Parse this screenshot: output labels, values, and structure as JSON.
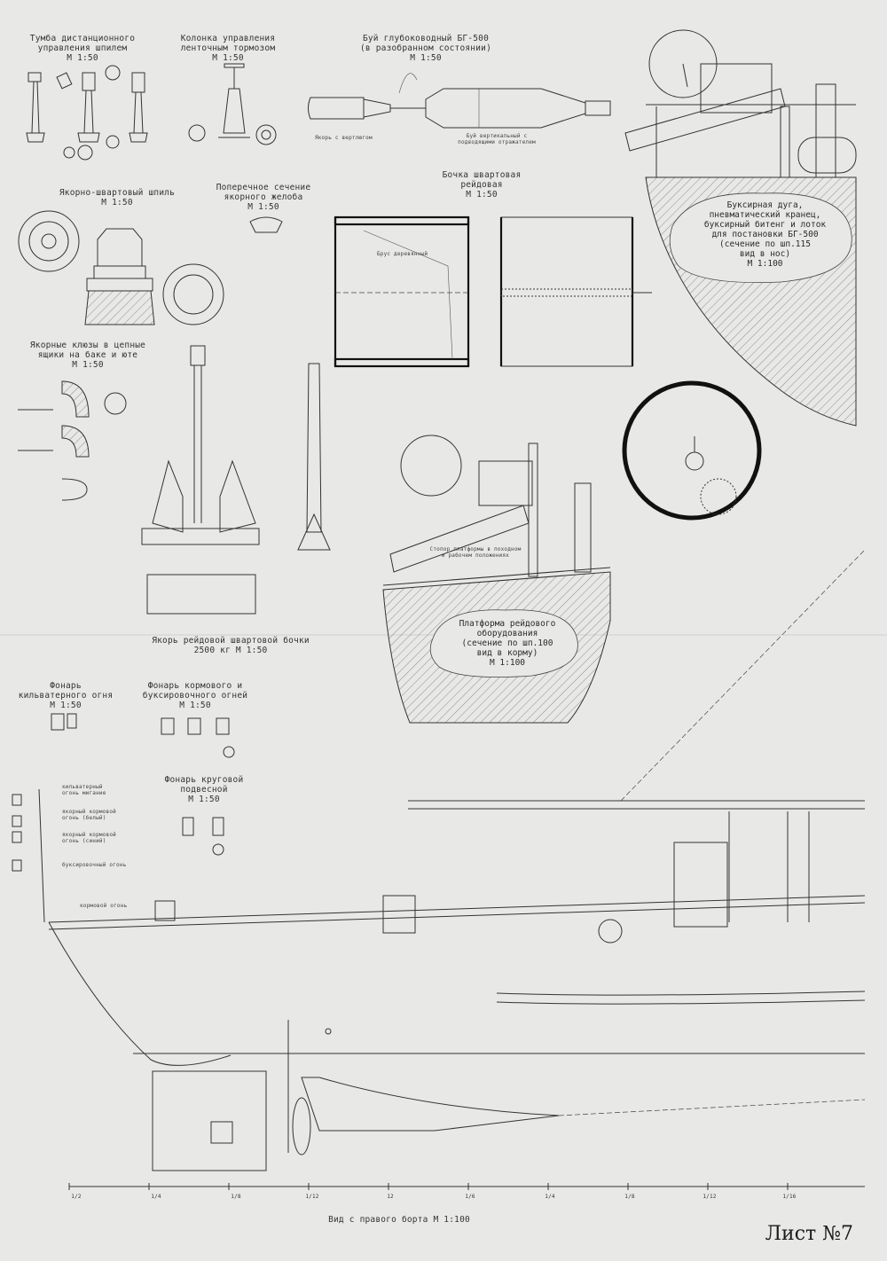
{
  "labels": {
    "tumba": "Тумба дистанционного\nуправления шпилем\nМ 1:50",
    "kolonka": "Колонка управления\nленточным тормозом\nМ 1:50",
    "buy": "Буй глубоководный БГ-500\n(в разобранном состоянии)\nМ 1:50",
    "buy_note1": "Якорь с вертлюгом",
    "buy_note2": "Буй вертикальный с\nподводящими отражателем",
    "bochka": "Бочка швартовая\nрейдовая\nМ 1:50",
    "brus": "Брус деревянный",
    "yakorno": "Якорно-швартовый шпиль\nМ 1:50",
    "poperechnoe": "Поперечное сечение\nякорного желоба\nМ 1:50",
    "klyuzy": "Якорные клюзы в цепные\nящики на баке и юте\nМ 1:50",
    "yakor": "Якорь рейдовой швартовой бочки\n2500 кг М 1:50",
    "buksirnaya": "Буксирная дуга,\nпневматический кранец,\nбуксирный битенг и лоток\nдля постановки БГ-500\n(сечение по шп.115\nвид в нос)\nМ 1:100",
    "platforma": "Платформа рейдового\nоборудования\n(сечение по шп.100\nвид в корму)\nМ 1:100",
    "platforma_note": "Стопор платформы в походном\nи рабочем положениях",
    "fonar1": "Фонарь\nкильватерного огня\nМ 1:50",
    "fonar2": "Фонарь кормового и\nбуксировочного огней\nМ 1:50",
    "fonar3": "Фонарь круговой\nподвесной\nМ 1:50",
    "ogon1": "кильватерный\nогонь мигание",
    "ogon2": "якорный кормовой\nогонь (белый)",
    "ogon3": "якорный кормовой\nогонь (синий)",
    "ogon4": "буксировочный огонь",
    "ogon5": "кормовой огонь",
    "vid": "Вид с правого борта М 1:100",
    "sheet": "Лист №7"
  },
  "scale_ticks": [
    "1/2",
    "1/4",
    "1/8",
    "1/12",
    "12",
    "1/6",
    "1/4",
    "1/8",
    "1/12",
    "1/16"
  ]
}
